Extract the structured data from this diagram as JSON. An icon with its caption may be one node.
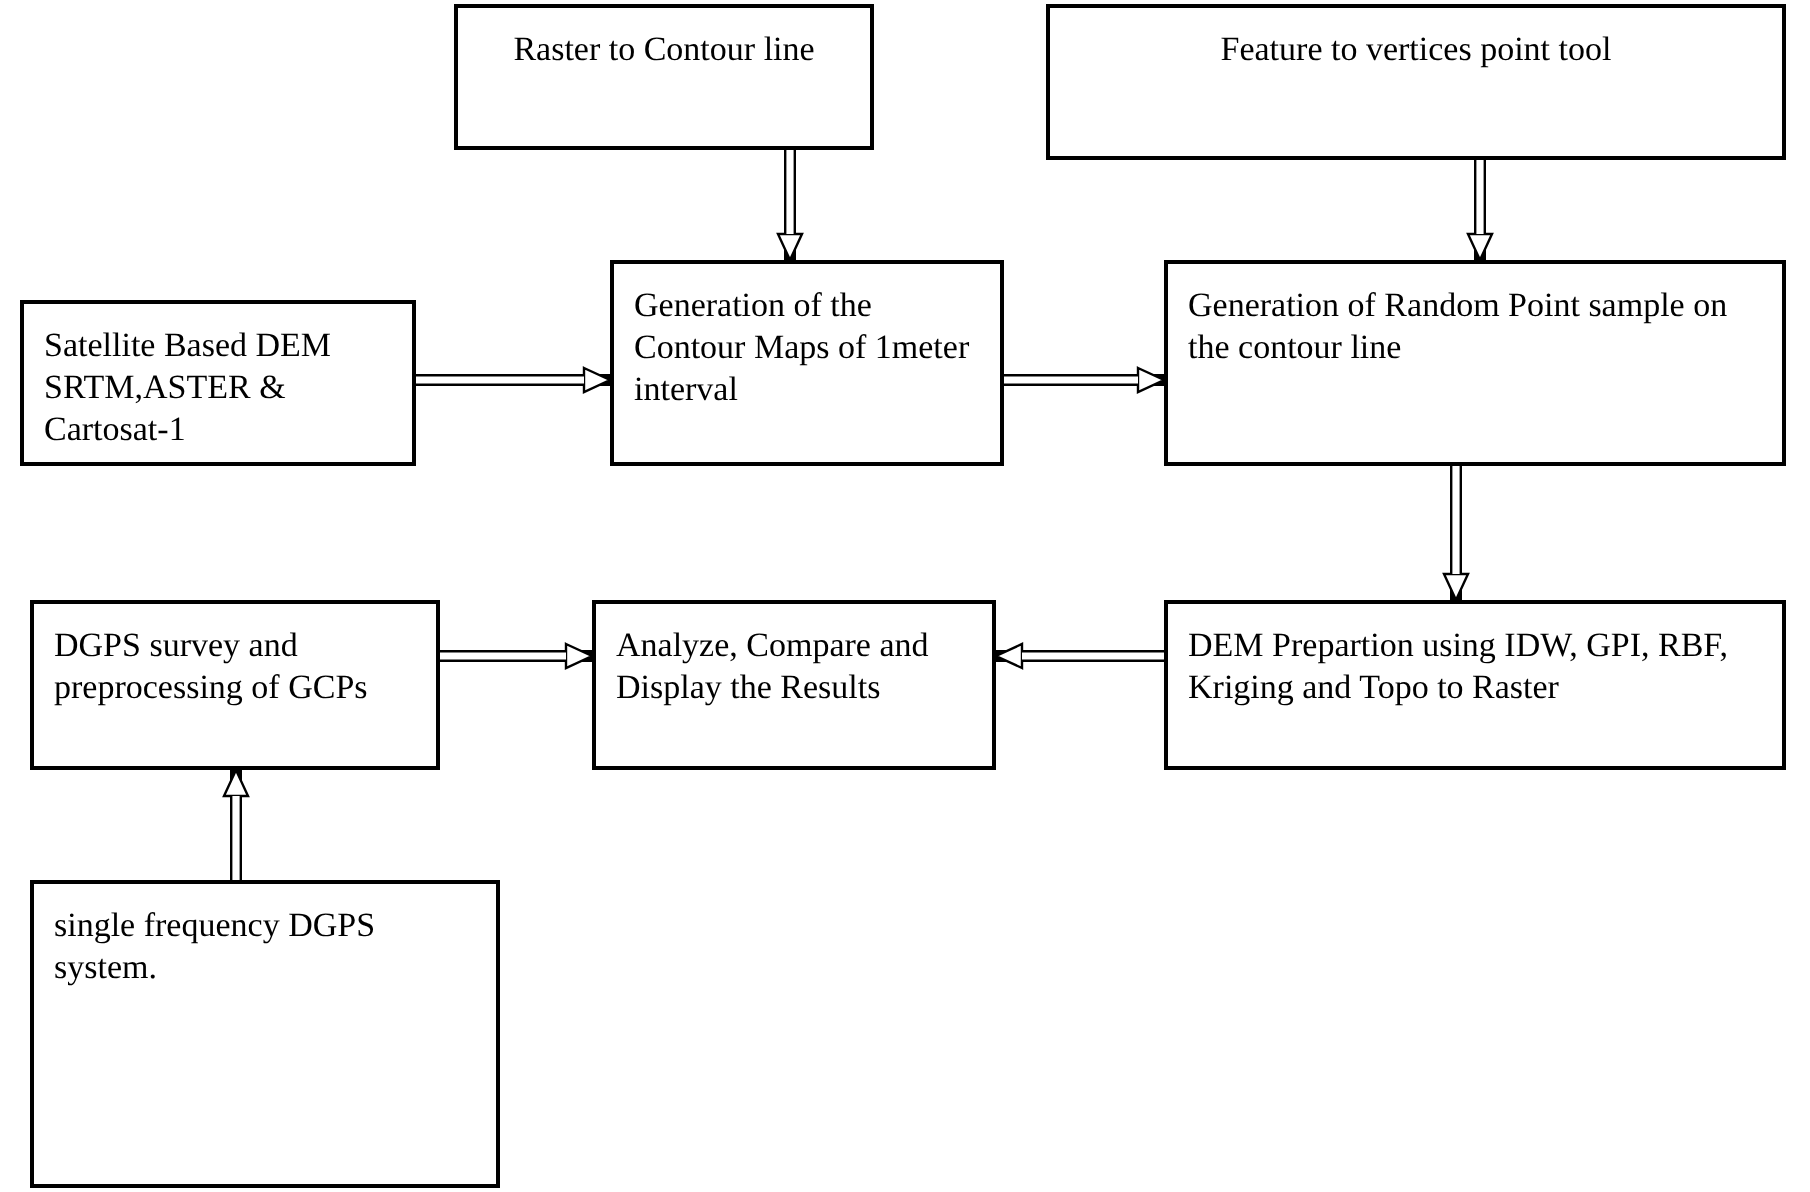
{
  "diagram": {
    "nodes": [
      {
        "text": [
          "Raster to Contour line"
        ]
      },
      {
        "text": [
          "Feature to vertices point tool"
        ]
      },
      {
        "text": [
          "Satellite Based DEM SRTM,ASTER & Cartosat-1"
        ]
      },
      {
        "text": [
          "Generation of the Contour Maps of 1meter interval"
        ]
      },
      {
        "text": [
          "Generation of Random Point sample on the contour line"
        ]
      },
      {
        "text": [
          "DEM Prepartion using IDW, GPI, RBF, Kriging and Topo to Raster"
        ]
      },
      {
        "text": [
          "Analyze, Compare and Display the Results"
        ]
      },
      {
        "text": [
          "DGPS survey and preprocessing of GCPs"
        ]
      },
      {
        "text": [
          "single frequency DGPS system."
        ]
      }
    ],
    "edges": [
      {
        "from": 0,
        "to": 3,
        "arrow": "to"
      },
      {
        "from": 1,
        "to": 4,
        "arrow": "to"
      },
      {
        "from": 2,
        "to": 3,
        "arrow": "to"
      },
      {
        "from": 3,
        "to": 4,
        "arrow": "to"
      },
      {
        "from": 4,
        "to": 5,
        "arrow": "to"
      },
      {
        "from": 5,
        "to": 6,
        "arrow": "to"
      },
      {
        "from": 7,
        "to": 6,
        "arrow": "to"
      },
      {
        "from": 8,
        "to": 7,
        "arrow": "to"
      }
    ]
  }
}
